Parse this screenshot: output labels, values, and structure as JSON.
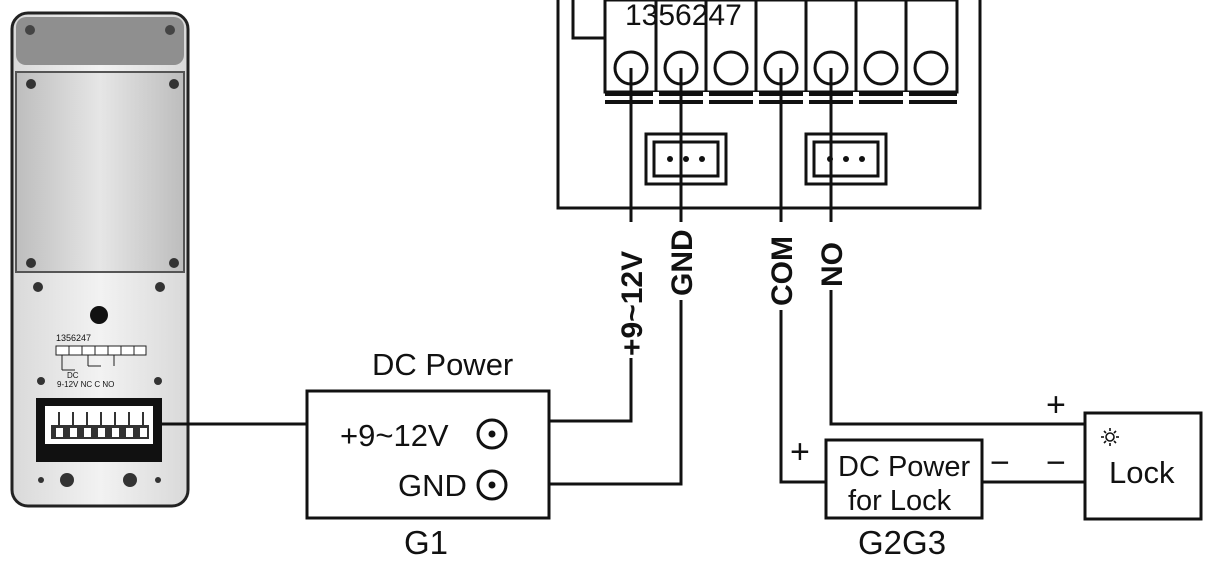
{
  "terminal_block": {
    "pin_numbers": "1356247"
  },
  "reader_panel": {
    "pin_numbers": "1356247",
    "dc_label": "DC",
    "terminal_labels": "9-12V  NC  C  NO"
  },
  "wire_labels": {
    "power_positive": "+9~12V",
    "ground": "GND",
    "common": "COM",
    "normally_open": "NO"
  },
  "power_supply": {
    "title": "DC Power",
    "positive_label": "+9~12V",
    "ground_label": "GND",
    "id": "G1"
  },
  "lock_power": {
    "line1": "DC Power",
    "line2": "for Lock",
    "id": "G2G3",
    "plus": "+",
    "minus": "−"
  },
  "lock": {
    "label": "Lock",
    "plus": "+",
    "minus": "−",
    "icon": "light-burst-icon"
  }
}
